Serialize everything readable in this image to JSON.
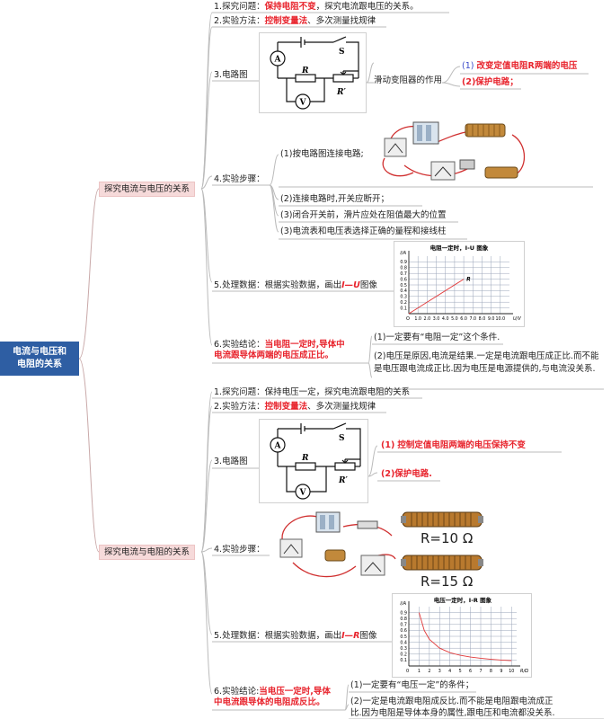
{
  "root": {
    "line1": "电流与电压和",
    "line2": "电阻的关系"
  },
  "voltage": {
    "topic": "探究电流与电压的关系",
    "q_prefix": "1.探究问题：",
    "q_red": "保持电阻不变",
    "q_suffix": "，探究电流跟电压的关系。",
    "m_prefix": "2.实验方法：",
    "m_red": "控制变量法",
    "m_suffix": "、多次测量找规律",
    "circuit_label": "3.电路图",
    "rheostat_label": "滑动变阻器的作用",
    "role1_num": "(1)",
    "role1_text": "改变定值电阻R两端的电压",
    "role2": "(2)保护电路；",
    "steps_label": "4.实验步骤：",
    "step1": "(1)按电路图连接电路;",
    "step2": "(2)连接电路时,开关应断开；",
    "step3": "(3)闭合开关前，滑片应处在阻值最大的位置",
    "step4": "(3)电流表和电压表选择正确的量程和接线柱",
    "data_prefix": "5.处理数据：根据实验数据，画出",
    "data_red": "I—U",
    "data_suffix": "图像",
    "concl_prefix": "6.实验结论：",
    "concl_red1": "当电阻一定时,导体中",
    "concl_red2": "电流跟导体两端的电压成正比。",
    "note1": "(1)一定要有“电阻一定”这个条件.",
    "note2a": "(2)电压是原因,电流是结果.一定是电流跟电压成正比.而不能",
    "note2b": "是电压跟电流成正比.因为电压是电源提供的,与电流没关系."
  },
  "resistance": {
    "topic": "探究电流与电阻的关系",
    "q_text": "1.探究问题：保持电压一定，探究电流跟电阻的关系",
    "m_prefix": "2.实验方法：",
    "m_red": "控制变量法",
    "m_suffix": "、多次测量找规律",
    "circuit_label": "3.电路图",
    "role1_num": "(1)",
    "role1_text": "控制定值电阻两端的电压保持不变",
    "role2_num": "(2)",
    "role2_text": "保护电路.",
    "steps_label": "4.实验步骤：",
    "r1": "R=10 Ω",
    "r2": "R=15 Ω",
    "data_prefix": "5.处理数据：根据实验数据，画出",
    "data_red": "I—R",
    "data_suffix": "图像",
    "concl_prefix": "6.实验结论:",
    "concl_red1": "当电压一定时,导体",
    "concl_red2": "中电流跟导体的电阻成反比。",
    "note1": "(1)一定要有“电压一定”的条件；",
    "note2a": "(2)一定是电流跟电阻成反比.而不能是电阻跟电流成正",
    "note2b": "比.因为电阻是导体本身的属性,跟电压和电流都没关系."
  },
  "circuit": {
    "A": "A",
    "V": "V",
    "S": "S",
    "R": "R",
    "Rp": "R′"
  },
  "chart_data": [
    {
      "type": "line",
      "title": "电阻一定时，I-U 图象",
      "ylabel": "I/A",
      "xlabel": "U/V",
      "x_ticks": [
        "1.0",
        "2.0",
        "3.0",
        "4.0",
        "5.0",
        "6.0",
        "7.0",
        "8.0",
        "9.0",
        "10.0"
      ],
      "y_ticks": [
        "0.1",
        "0.2",
        "0.3",
        "0.4",
        "0.5",
        "0.6",
        "0.7",
        "0.8",
        "0.9"
      ],
      "origin_label": "O",
      "xlim": [
        0,
        11
      ],
      "ylim": [
        0,
        1.0
      ],
      "series": [
        {
          "name": "R",
          "x": [
            0,
            6.0
          ],
          "y": [
            0,
            0.6
          ]
        }
      ]
    },
    {
      "type": "line",
      "title": "电压一定时，I-R 图象",
      "ylabel": "I/A",
      "xlabel": "R/Ω",
      "x_ticks": [
        "1",
        "2",
        "3",
        "4",
        "5",
        "6",
        "7",
        "8",
        "9",
        "10"
      ],
      "y_ticks": [
        "0.1",
        "0.2",
        "0.3",
        "0.4",
        "0.5",
        "0.6",
        "0.7",
        "0.8",
        "0.9"
      ],
      "origin_label": "0",
      "xlim": [
        0,
        10.5
      ],
      "ylim": [
        0,
        1.0
      ],
      "series": [
        {
          "x": [
            1.0,
            1.5,
            2,
            3,
            4,
            5,
            6,
            7,
            8,
            9,
            10
          ],
          "y": [
            0.9,
            0.6,
            0.45,
            0.3,
            0.225,
            0.18,
            0.15,
            0.129,
            0.113,
            0.1,
            0.09
          ]
        }
      ]
    }
  ]
}
